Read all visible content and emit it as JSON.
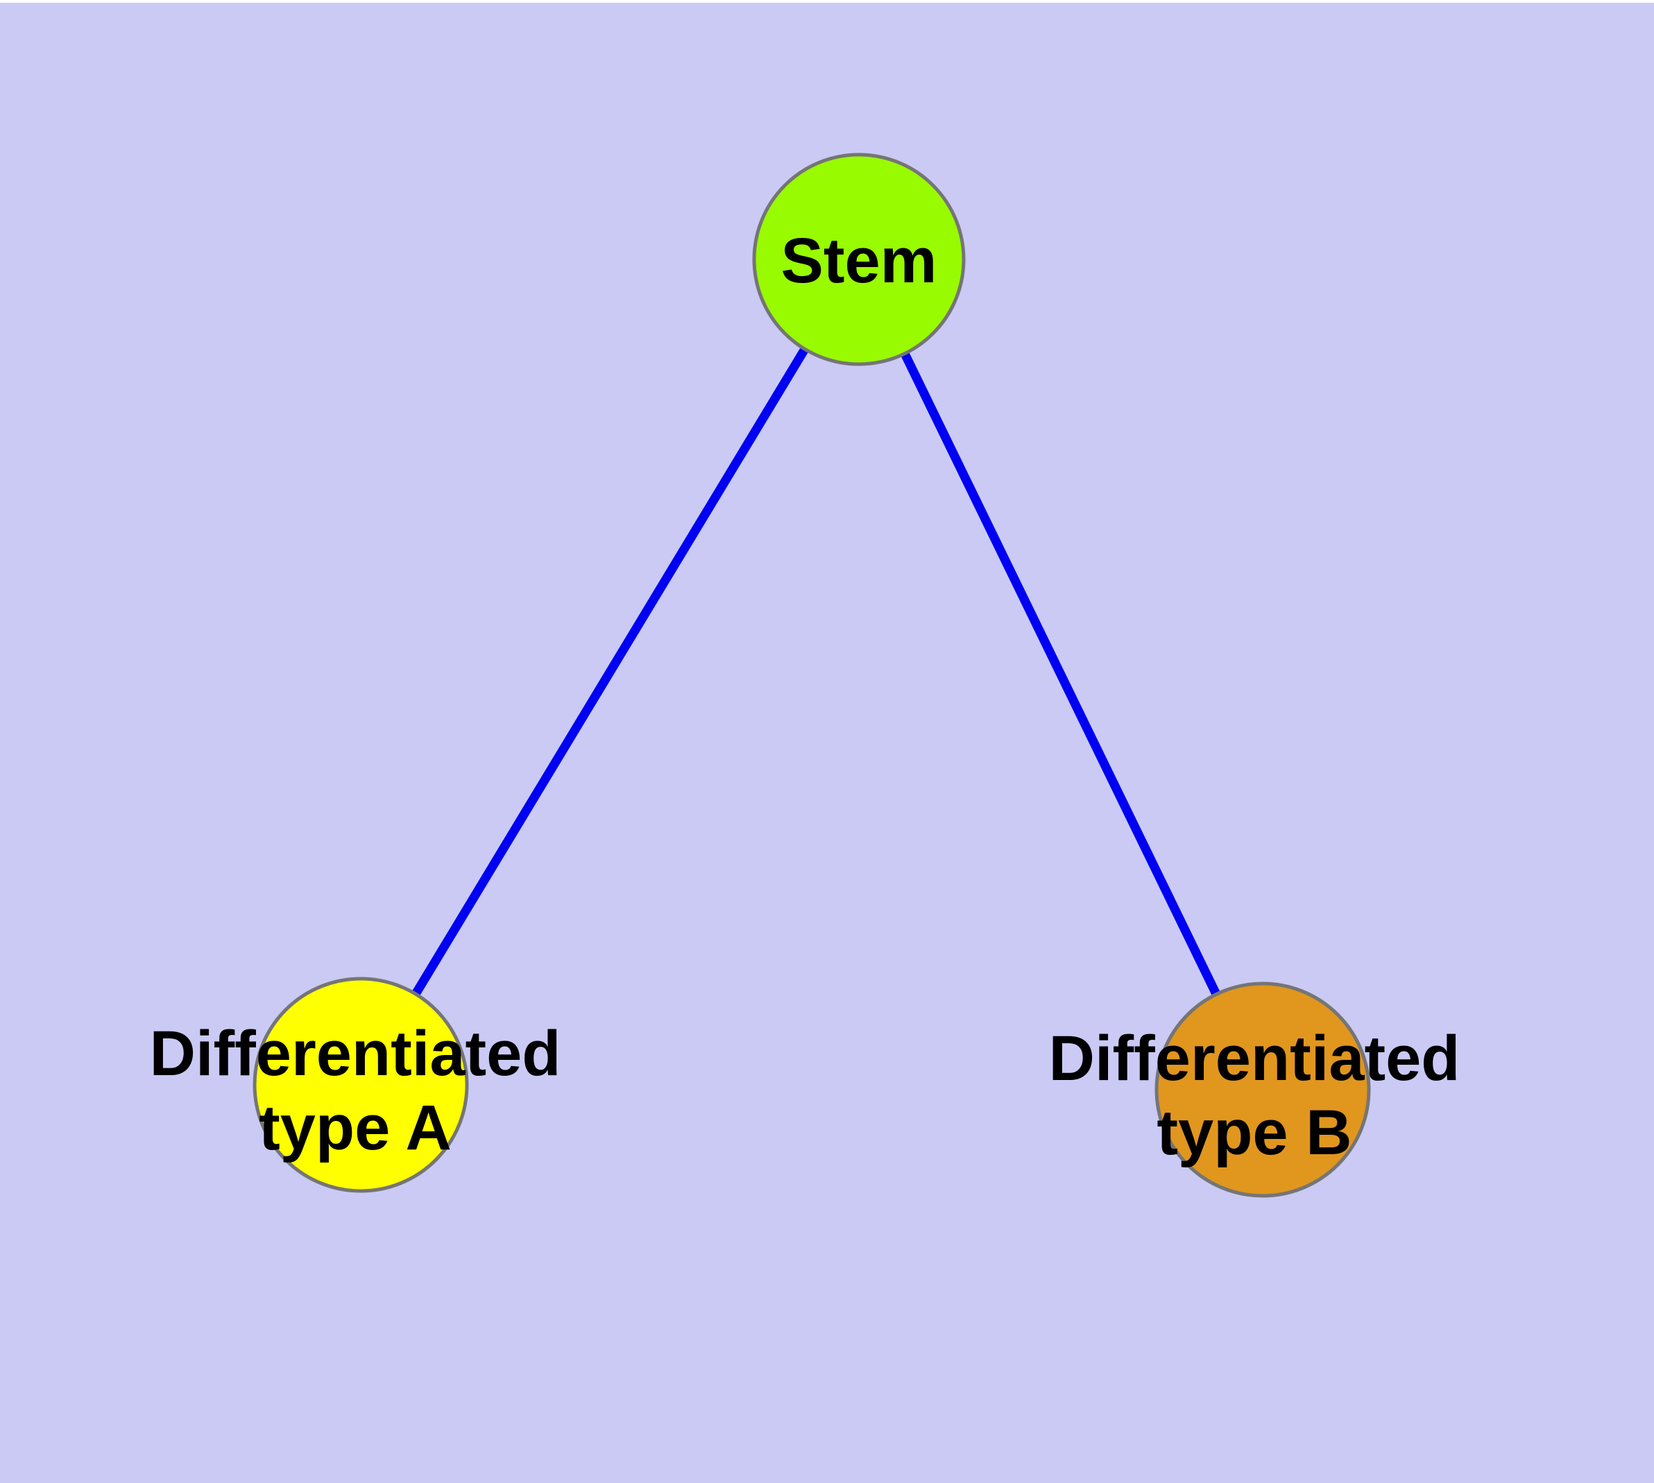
{
  "diagram": {
    "title": "",
    "background_color": "#cacaf5",
    "top_margin_color": "#ffffff",
    "edge_color": "#0000f2",
    "node_border_color": "#757575",
    "label_color": "#000000",
    "nodes": [
      {
        "id": "stem",
        "label": "Stem",
        "label_lines": [
          "Stem"
        ],
        "color": "#98fb00"
      },
      {
        "id": "type-a",
        "label": "Differentiated type A",
        "label_lines": [
          "Differentiated",
          "type A"
        ],
        "color": "#ffff00"
      },
      {
        "id": "type-b",
        "label": "Differentiated type B",
        "label_lines": [
          "Differentiated",
          "type B"
        ],
        "color": "#e1961e"
      }
    ],
    "edges": [
      {
        "from": "Stem",
        "to": "Differentiated type A"
      },
      {
        "from": "Stem",
        "to": "Differentiated type B"
      }
    ]
  }
}
